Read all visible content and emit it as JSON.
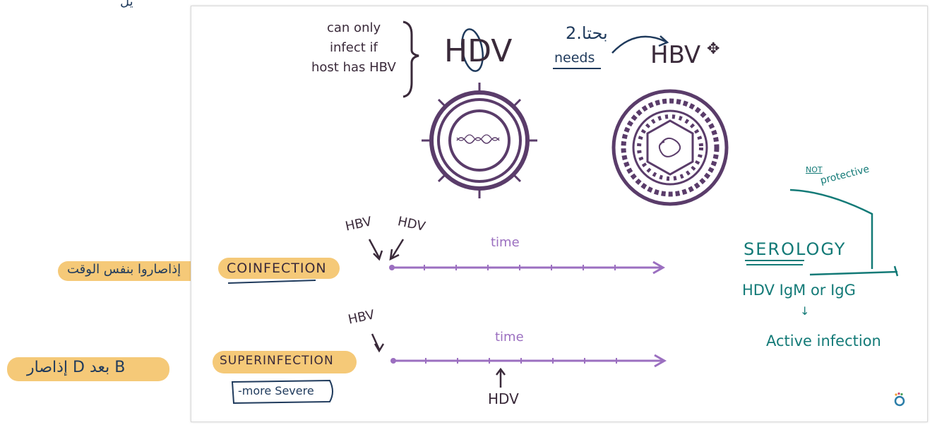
{
  "top": {
    "can_only_line1": "can only",
    "can_only_line2": "infect if",
    "can_only_line3": "host has HBV",
    "hdv_title": "HDV",
    "needs_note": "2.بحتا",
    "needs_label": "needs",
    "hbv_title": "HBV"
  },
  "timeline1": {
    "hbv_label": "HBV",
    "hdv_label": "HDV",
    "time_label": "time",
    "name": "COINFECTION",
    "arabic_note": "إذاصاروا بنفس الوقت"
  },
  "timeline2": {
    "hbv_label": "HBV",
    "time_label": "time",
    "hdv_label": "HDV",
    "name": "SUPERINFECTION",
    "sub_note": "-more Severe",
    "arabic_note": "إذاصار D بعد B"
  },
  "serology": {
    "not_label": "NOT",
    "protective_label": "protective",
    "title": "SEROLOGY",
    "markers": "HDV IgM or IgG",
    "down_arrow": "↓",
    "result": "Active infection"
  },
  "top_left_fragment": "يل",
  "colors": {
    "purple": "#9b6fc0",
    "dark_purple": "#5a3c6a",
    "navy": "#1f3a5c",
    "teal": "#137a77",
    "highlight": "#f5c978"
  },
  "icons": {
    "logo": "osmosis-logo-icon"
  }
}
